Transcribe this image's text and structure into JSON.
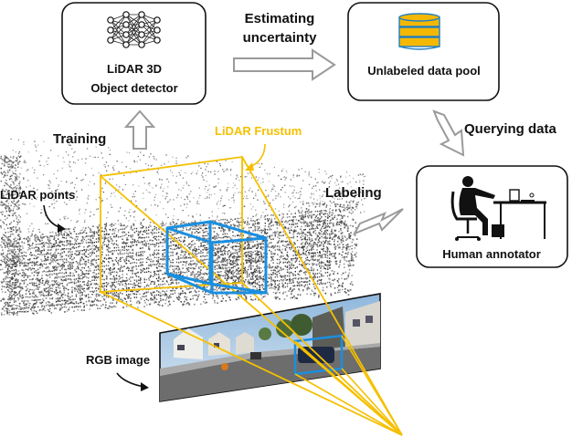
{
  "boxes": {
    "detector_line1": "LiDAR 3D",
    "detector_line2": "Object detector",
    "pool": "Unlabeled data pool",
    "annotator": "Human annotator"
  },
  "arrows": {
    "estimating_line1": "Estimating",
    "estimating_line2": "uncertainty",
    "querying": "Querying data",
    "labeling": "Labeling",
    "training": "Training"
  },
  "labels": {
    "frustum": "LiDAR Frustum",
    "points": "LiDAR points",
    "rgb": "RGB image"
  },
  "colors": {
    "frustum": "#f5c000",
    "box3d": "#1a8fe0",
    "arrow_outline": "#9a9a9a",
    "pool_icon": "#f5b800",
    "pool_stroke": "#1f7fc4"
  },
  "icons": {
    "detector": "neural-network-icon",
    "pool": "database-icon",
    "annotator": "person-at-desk-icon"
  }
}
